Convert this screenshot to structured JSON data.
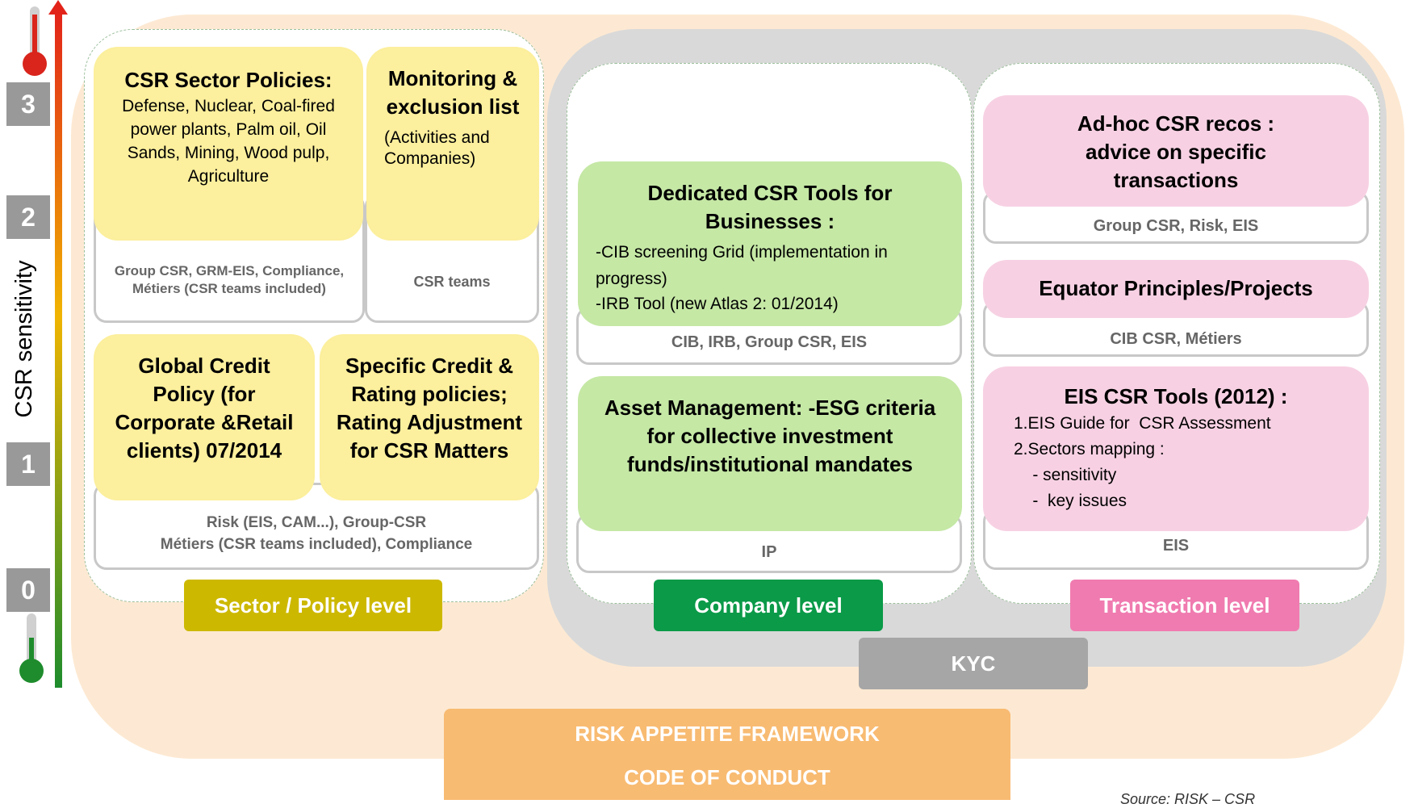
{
  "scale": {
    "axis_label": "CSR sensitivity",
    "levels": [
      "3",
      "2",
      "1",
      "0"
    ],
    "colors": {
      "top": "#e2231a",
      "middle": "#f0b400",
      "bottom": "#1e8c2c"
    }
  },
  "sector": {
    "tile1": {
      "title": "CSR Sector Policies:",
      "body": "Defense, Nuclear, Coal-fired power plants, Palm oil, Oil Sands, Mining, Wood pulp, Agriculture"
    },
    "tile2": {
      "title": "Monitoring & exclusion list",
      "body": "(Activities and Companies)"
    },
    "card1_text": "Group CSR, GRM-EIS, Compliance, Métiers (CSR teams included)",
    "card2_text": "CSR teams",
    "tile3": {
      "title": "Global Credit Policy (for Corporate &Retail clients) 07/2014"
    },
    "tile4": {
      "title": "Specific Credit & Rating  policies; Rating Adjustment for CSR Matters"
    },
    "card3_line1": "Risk (EIS, CAM...), Group-CSR",
    "card3_line2": "Métiers (CSR teams included),  Compliance",
    "label": "Sector / Policy level"
  },
  "company": {
    "tile1": {
      "title": "Dedicated CSR Tools for Businesses :",
      "line1": "-CIB screening Grid (implementation in progress)",
      "line2": " -IRB Tool (new Atlas 2: 01/2014)"
    },
    "card1_text": "CIB, IRB, Group CSR, EIS",
    "tile2": {
      "title": "Asset Management: -ESG criteria for collective investment funds/institutional mandates"
    },
    "card2_text": "IP",
    "label": "Company level"
  },
  "transaction": {
    "tile1": {
      "title": "Ad-hoc CSR recos : advice on specific transactions"
    },
    "card1_text": "Group CSR, Risk, EIS",
    "tile2": {
      "title": "Equator Principles/Projects"
    },
    "card2_text": "CIB CSR, Métiers",
    "tile3": {
      "title": "EIS CSR Tools (2012) :",
      "items": [
        "1.EIS Guide for  CSR Assessment",
        "2.Sectors mapping :",
        "    - sensitivity",
        "    -  key issues"
      ]
    },
    "card3_text": "EIS",
    "label": "Transaction level"
  },
  "kyc_label": "KYC",
  "bars": {
    "risk": "RISK APPETITE FRAMEWORK",
    "code": "CODE OF CONDUCT"
  },
  "source": "Source: RISK – CSR",
  "colors": {
    "sector_label": "#cdb800",
    "company_label": "#0a9a48",
    "transaction_label": "#f07bb0",
    "kyc": "#a6a6a6",
    "bars": "#f8bb72"
  }
}
